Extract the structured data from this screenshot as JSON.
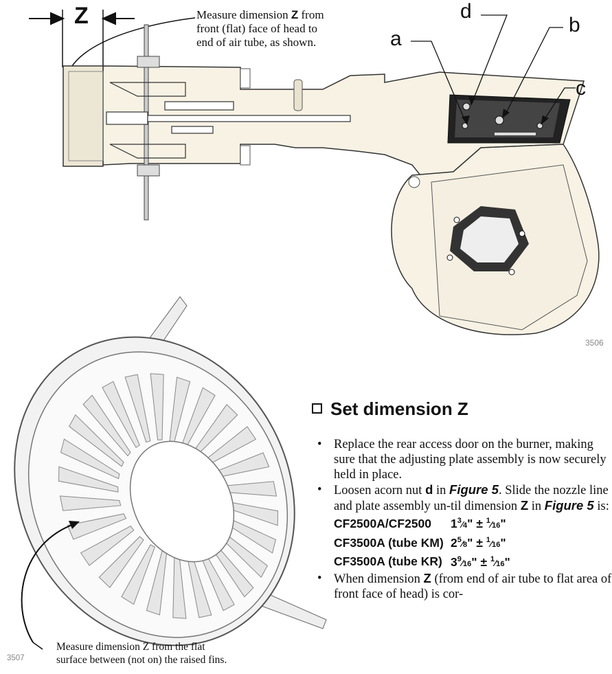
{
  "top_figure": {
    "z_label": "Z",
    "callout_pre": "Measure dimension ",
    "callout_z": "Z",
    "callout_post": " from",
    "callout_line2": "front (flat) face of head to",
    "callout_line3": "end of air tube, as shown.",
    "letter_a": "a",
    "letter_b": "b",
    "letter_c": "c",
    "letter_d": "d",
    "fig_number": "3506"
  },
  "bottom_figure": {
    "caption_line1": "Measure dimension Z from the flat",
    "caption_line2": "surface between (not on) the raised fins.",
    "fig_number": "3507"
  },
  "section": {
    "heading": "Set dimension Z",
    "bullet1": "Replace the rear access door on the burner, making sure that the adjusting plate assembly is now securely held in place.",
    "bullet2_a": "Loosen acorn nut ",
    "bullet2_d": "d",
    "bullet2_b": " in ",
    "bullet2_fig": "Figure 5",
    "bullet2_c": ". Slide the nozzle line and plate assembly un-til dimension ",
    "bullet2_z": "Z",
    "bullet2_e": " in ",
    "bullet2_fig2": "Figure 5",
    "bullet2_f": " is:",
    "specs": [
      {
        "model": "CF2500A/CF2500",
        "whole": "1",
        "num": "3",
        "den": "4",
        "tol": "\" ± ",
        "tn": "1",
        "td": "16",
        "end": "\""
      },
      {
        "model": "CF3500A (tube KM)",
        "whole": "2",
        "num": "5",
        "den": "8",
        "tol": "\" ± ",
        "tn": "1",
        "td": "16",
        "end": "\""
      },
      {
        "model": "CF3500A (tube KR)",
        "whole": "3",
        "num": "9",
        "den": "16",
        "tol": "\" ± ",
        "tn": "1",
        "td": "16",
        "end": "\""
      }
    ],
    "bullet3_a": "When dimension ",
    "bullet3_z": "Z",
    "bullet3_b": " (from end of air tube to flat area of front face of head) is cor-"
  }
}
